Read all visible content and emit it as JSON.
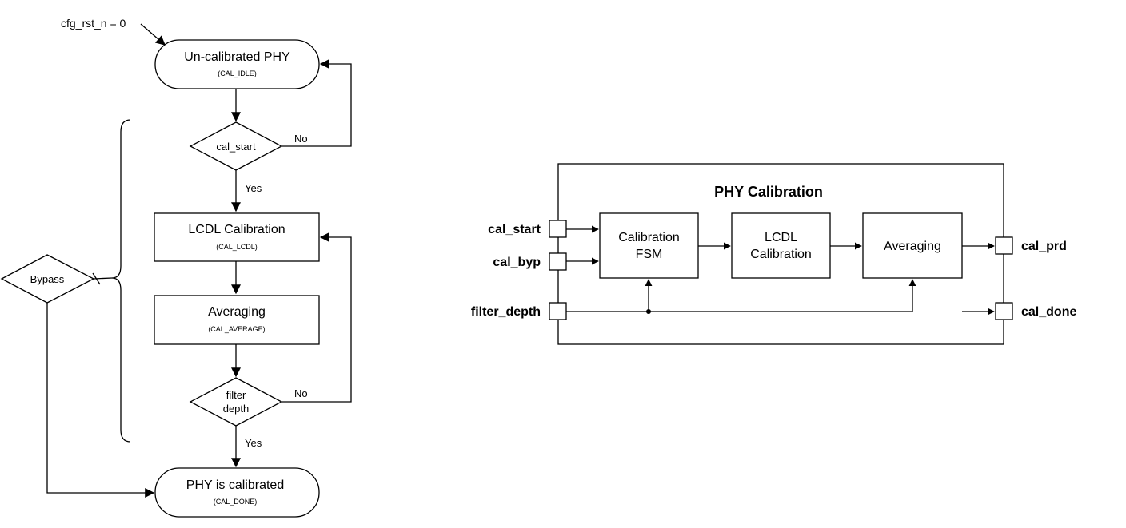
{
  "flowchart": {
    "reset_label": "cfg_rst_n = 0",
    "start_state": {
      "title": "Un-calibrated PHY",
      "code": "(CAL_IDLE)"
    },
    "decision_start": {
      "label": "cal_start",
      "no": "No",
      "yes": "Yes"
    },
    "lcdl_state": {
      "title": "LCDL Calibration",
      "code": "(CAL_LCDL)"
    },
    "avg_state": {
      "title": "Averaging",
      "code": "(CAL_AVERAGE)"
    },
    "decision_filter": {
      "label_line1": "filter",
      "label_line2": "depth",
      "no": "No",
      "yes": "Yes"
    },
    "bypass": {
      "label": "Bypass"
    },
    "end_state": {
      "title": "PHY is calibrated",
      "code": "(CAL_DONE)"
    }
  },
  "block_diagram": {
    "title": "PHY Calibration",
    "inputs": {
      "cal_start": "cal_start",
      "cal_byp": "cal_byp",
      "filter_depth": "filter_depth"
    },
    "outputs": {
      "cal_prd": "cal_prd",
      "cal_done": "cal_done"
    },
    "blocks": {
      "fsm": {
        "line1": "Calibration",
        "line2": "FSM"
      },
      "lcdl": {
        "line1": "LCDL",
        "line2": "Calibration"
      },
      "averaging": {
        "line1": "Averaging"
      }
    }
  }
}
